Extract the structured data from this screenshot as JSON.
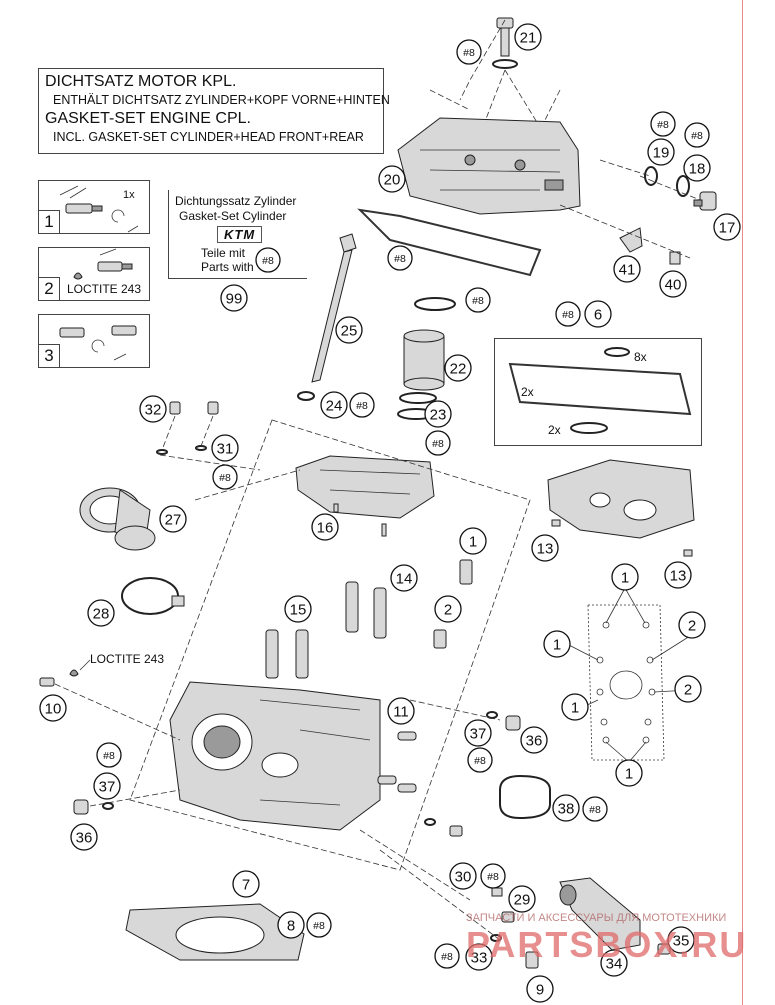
{
  "kit_box": {
    "line1": "DICHTSATZ MOTOR KPL.",
    "line2": "ENTHÄLT DICHTSATZ ZYLINDER+KOPF VORNE+HINTEN",
    "line3": "GASKET-SET ENGINE CPL.",
    "line4": "INCL. GASKET-SET CYLINDER+HEAD FRONT+REAR"
  },
  "gasket_box": {
    "line1": "Dichtungssatz Zylinder",
    "line2": "Gasket-Set Cylinder",
    "brand": "KTM",
    "line3": "Teile mit",
    "line4": "Parts with",
    "ref": "#8",
    "number": "99"
  },
  "steps": [
    {
      "num": "1",
      "label": "1x"
    },
    {
      "num": "2",
      "label": "LOCTITE 243"
    },
    {
      "num": "3",
      "label": ""
    }
  ],
  "loctite_note": "LOCTITE 243",
  "inset_labels": {
    "eight_x": "8x",
    "two_x_a": "2x",
    "two_x_b": "2x"
  },
  "callouts": [
    {
      "id": "21",
      "label": "21"
    },
    {
      "id": "20",
      "label": "20"
    },
    {
      "id": "19",
      "label": "19"
    },
    {
      "id": "18",
      "label": "18"
    },
    {
      "id": "17",
      "label": "17"
    },
    {
      "id": "41",
      "label": "41"
    },
    {
      "id": "40",
      "label": "40"
    },
    {
      "id": "6",
      "label": "6"
    },
    {
      "id": "25",
      "label": "25"
    },
    {
      "id": "22",
      "label": "22"
    },
    {
      "id": "24",
      "label": "24"
    },
    {
      "id": "23",
      "label": "23"
    },
    {
      "id": "32",
      "label": "32"
    },
    {
      "id": "31",
      "label": "31"
    },
    {
      "id": "27",
      "label": "27"
    },
    {
      "id": "16",
      "label": "16"
    },
    {
      "id": "13a",
      "label": "13"
    },
    {
      "id": "13b",
      "label": "13"
    },
    {
      "id": "1a",
      "label": "1"
    },
    {
      "id": "1b",
      "label": "1"
    },
    {
      "id": "1c",
      "label": "1"
    },
    {
      "id": "1d",
      "label": "1"
    },
    {
      "id": "1e",
      "label": "1"
    },
    {
      "id": "2a",
      "label": "2"
    },
    {
      "id": "2b",
      "label": "2"
    },
    {
      "id": "2c",
      "label": "2"
    },
    {
      "id": "28",
      "label": "28"
    },
    {
      "id": "15",
      "label": "15"
    },
    {
      "id": "14",
      "label": "14"
    },
    {
      "id": "10",
      "label": "10"
    },
    {
      "id": "11",
      "label": "11"
    },
    {
      "id": "37a",
      "label": "37"
    },
    {
      "id": "36a",
      "label": "36"
    },
    {
      "id": "37b",
      "label": "37"
    },
    {
      "id": "36b",
      "label": "36"
    },
    {
      "id": "38",
      "label": "38"
    },
    {
      "id": "7",
      "label": "7"
    },
    {
      "id": "30",
      "label": "30"
    },
    {
      "id": "29",
      "label": "29"
    },
    {
      "id": "8",
      "label": "8"
    },
    {
      "id": "33",
      "label": "33"
    },
    {
      "id": "9",
      "label": "9"
    },
    {
      "id": "34",
      "label": "34"
    },
    {
      "id": "35",
      "label": "35"
    },
    {
      "id": "99",
      "label": "99"
    }
  ],
  "ref_label": "#8",
  "watermark": {
    "caption": "ЗАПЧАСТИ И АКСЕССУАРЫ ДЛЯ МОТОТЕХНИКИ",
    "brand": "PARTSBOX.RU"
  }
}
